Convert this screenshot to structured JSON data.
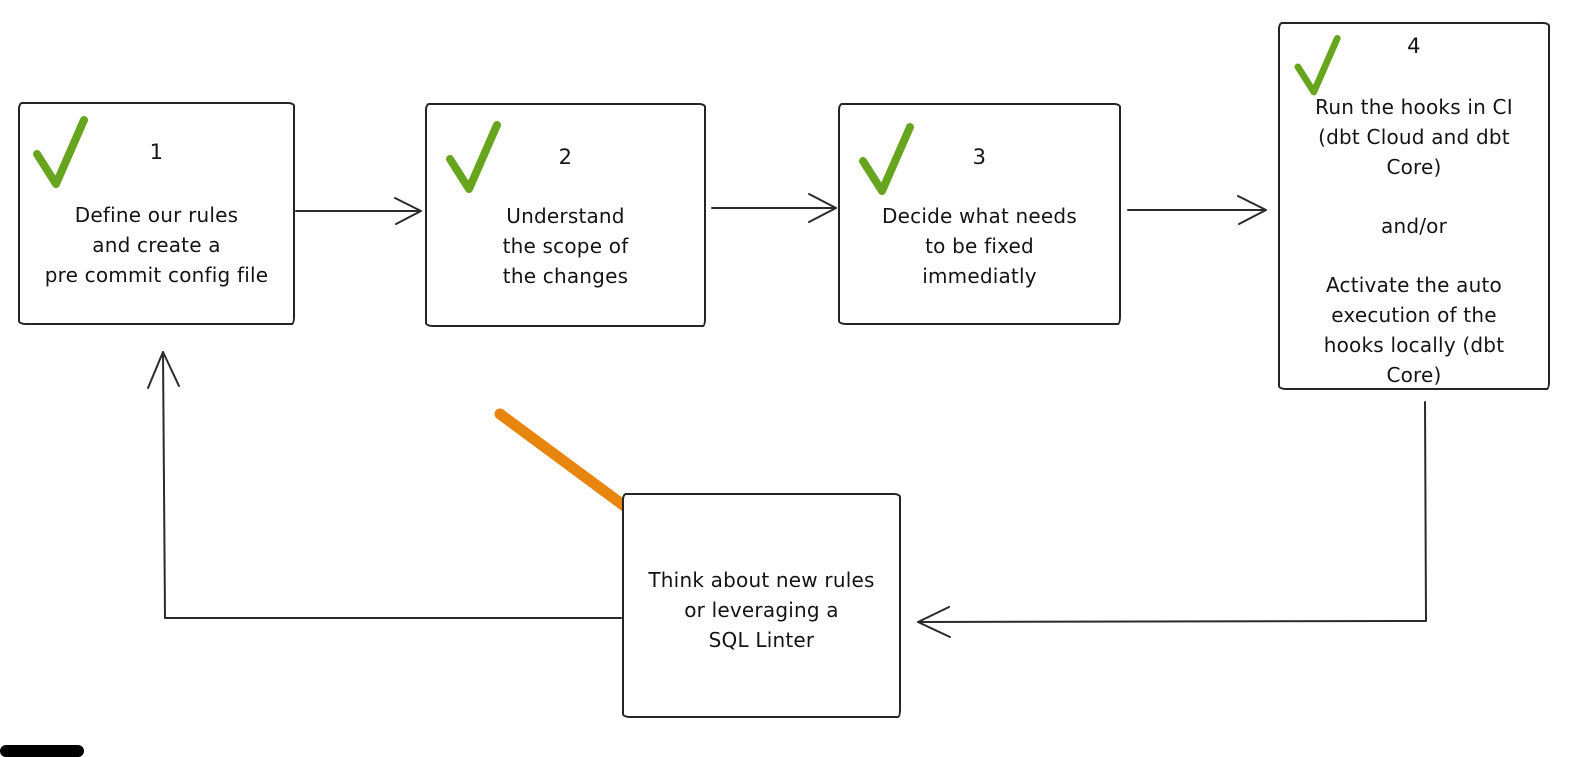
{
  "colors": {
    "ink": "#2b2b2b",
    "green": "#68a51e",
    "orange": "#e8850c",
    "background": "#ffffff"
  },
  "steps": [
    {
      "number": "1",
      "checked": true,
      "lines": [
        "Define our rules",
        "and create a",
        "pre commit config file"
      ]
    },
    {
      "number": "2",
      "checked": true,
      "lines": [
        "Understand",
        "the scope of",
        "the changes"
      ]
    },
    {
      "number": "3",
      "checked": true,
      "lines": [
        "Decide what needs",
        "to be fixed",
        "immediatly"
      ]
    },
    {
      "number": "4",
      "checked": true,
      "paragraphs": [
        [
          "Run the hooks in CI",
          "(dbt Cloud and dbt",
          "Core)"
        ],
        [
          "and/or"
        ],
        [
          "Activate the auto",
          "execution of the",
          "hooks locally (dbt",
          "Core)"
        ]
      ]
    }
  ],
  "loop_box": {
    "lines": [
      "Think about new rules",
      "or leveraging a",
      "SQL Linter"
    ]
  }
}
